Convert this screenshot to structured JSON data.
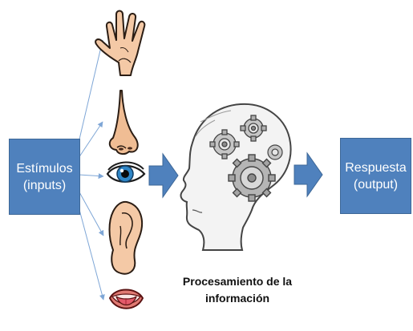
{
  "input_box": {
    "line1": "Estímulos",
    "line2": "(inputs)"
  },
  "output_box": {
    "line1": "Respuesta",
    "line2": "(output)"
  },
  "caption": {
    "line1": "Procesamiento de la",
    "line2": "información"
  },
  "senses": [
    {
      "icon": "hand-icon"
    },
    {
      "icon": "nose-icon"
    },
    {
      "icon": "eye-icon"
    },
    {
      "icon": "ear-icon"
    },
    {
      "icon": "mouth-icon"
    }
  ],
  "center": {
    "icon": "head-gears-icon"
  },
  "colors": {
    "box_fill": "#4f81bd",
    "arrow_fill": "#4f81bd",
    "connector_line": "#7ea6d6"
  }
}
